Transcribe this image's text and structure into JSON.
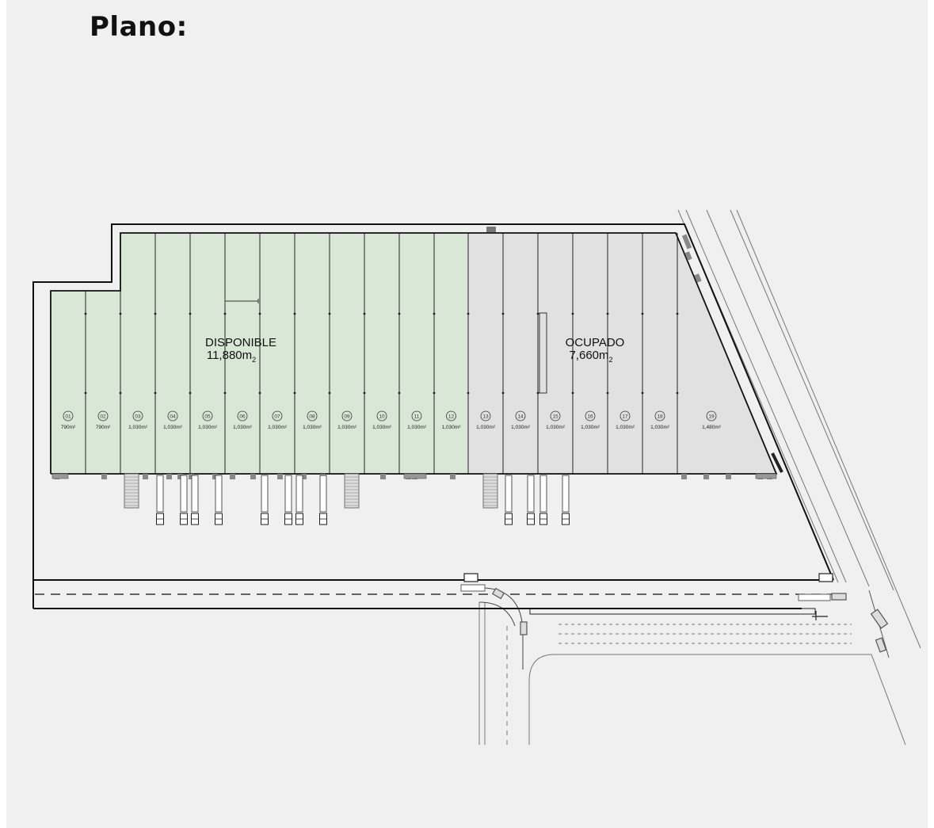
{
  "title": "Plano:",
  "zones": {
    "available": {
      "label": "DISPONIBLE",
      "area": "11,880m",
      "area_sup": "2"
    },
    "occupied": {
      "label": "OCUPADO",
      "area": "7,660m",
      "area_sup": "2"
    }
  },
  "colors": {
    "available_fill": "#d9e8d6",
    "occupied_fill": "#e2e1e1",
    "line": "#111111",
    "background": "#f0f0f0"
  },
  "bays": [
    {
      "num": "01",
      "area": "790m²",
      "status": "available"
    },
    {
      "num": "02",
      "area": "790m²",
      "status": "available"
    },
    {
      "num": "03",
      "area": "1,030m²",
      "status": "available"
    },
    {
      "num": "04",
      "area": "1,030m²",
      "status": "available"
    },
    {
      "num": "05",
      "area": "1,030m²",
      "status": "available"
    },
    {
      "num": "06",
      "area": "1,030m²",
      "status": "available"
    },
    {
      "num": "07",
      "area": "1,030m²",
      "status": "available"
    },
    {
      "num": "08",
      "area": "1,030m²",
      "status": "available"
    },
    {
      "num": "09",
      "area": "1,030m²",
      "status": "available"
    },
    {
      "num": "10",
      "area": "1,030m²",
      "status": "available"
    },
    {
      "num": "11",
      "area": "1,030m²",
      "status": "available"
    },
    {
      "num": "12",
      "area": "1,030m²",
      "status": "available"
    },
    {
      "num": "13",
      "area": "1,030m²",
      "status": "occupied"
    },
    {
      "num": "14",
      "area": "1,030m²",
      "status": "occupied"
    },
    {
      "num": "15",
      "area": "1,030m²",
      "status": "occupied"
    },
    {
      "num": "16",
      "area": "1,030m²",
      "status": "occupied"
    },
    {
      "num": "17",
      "area": "1,030m²",
      "status": "occupied"
    },
    {
      "num": "18",
      "area": "1,030m²",
      "status": "occupied"
    },
    {
      "num": "19",
      "area": "1,480m²",
      "status": "occupied"
    }
  ]
}
